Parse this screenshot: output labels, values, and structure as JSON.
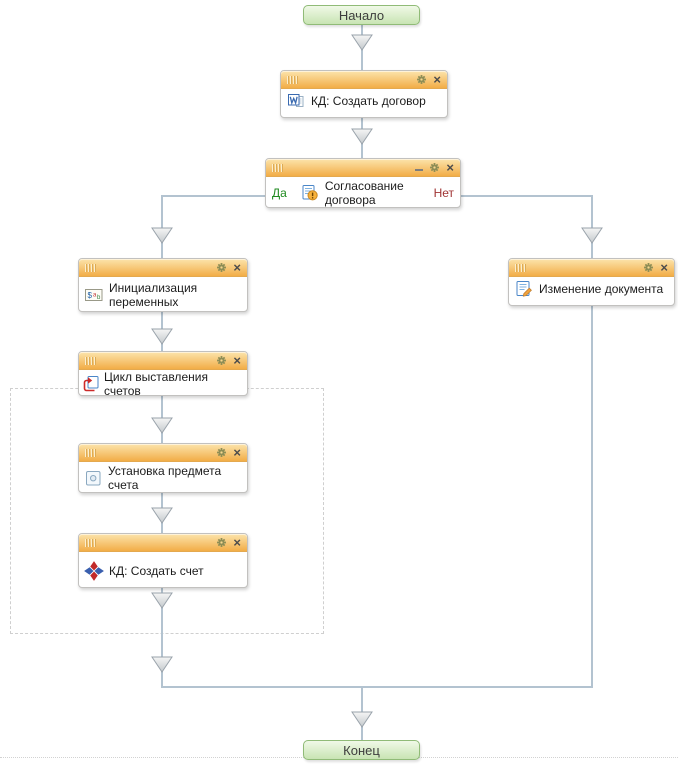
{
  "nodes": {
    "start": {
      "label": "Начало"
    },
    "create_contract": {
      "label": "КД: Создать договор",
      "icon": "contract-document-icon"
    },
    "approval": {
      "label": "Согласование договора",
      "icon": "approval-document-icon",
      "yes_label": "Да",
      "no_label": "Нет"
    },
    "init_vars": {
      "label": "Инициализация переменных",
      "icon": "variables-icon"
    },
    "change_doc": {
      "label": "Изменение документа",
      "icon": "edit-document-icon"
    },
    "invoice_loop": {
      "label": "Цикл выставления счетов",
      "icon": "loop-document-icon"
    },
    "set_invoice_subject": {
      "label": "Установка предмета счета",
      "icon": "subject-icon"
    },
    "create_invoice": {
      "label": "КД: Создать счет",
      "icon": "invoice-icon"
    },
    "end": {
      "label": "Конец"
    }
  },
  "header_icons": [
    "drag-grip-icon",
    "minimize-icon",
    "gear-icon",
    "close-icon"
  ],
  "colors": {
    "header_gradient_top": "#fce4ac",
    "header_gradient_bottom": "#f2ad47",
    "header_border": "#e4a94f",
    "node_border": "#c2c1bf",
    "connector": "#b3c3d0",
    "terminal_border": "#90bb77",
    "terminal_gradient_top": "#f0f9e7",
    "terminal_gradient_bottom": "#c8e4b3",
    "yes_label_color": "#1f8a1f",
    "no_label_color": "#a03434",
    "loop_outline": "#cfcfcf"
  }
}
